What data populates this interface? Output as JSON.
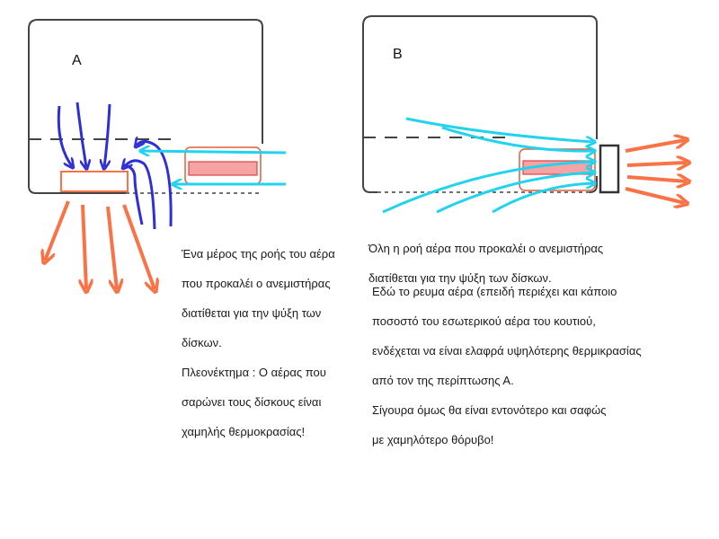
{
  "panels": {
    "a": {
      "label": "A",
      "caption_lines": [
        "Ένα μέρος της ροής του αέρα",
        "που προκαλέι ο ανεμιστήρας",
        "διατίθεται για την ψύξη των",
        "δίσκων.",
        "Πλεονέκτημα : Ο αέρας που",
        "σαρώνει τους δίσκους είναι",
        "χαμηλής θερμοκρασίας!"
      ]
    },
    "b": {
      "label": "B",
      "caption_top_lines": [
        "Όλη η ροή αέρα που προκαλέι ο   ανεμιστήρας",
        "διατίθεται για την ψύξη των δίσκων."
      ],
      "caption_bottom_lines": [
        "Εδώ το ρευμα αέρα (επειδή περιέχει και κάποιο",
        "ποσοστό του εσωτερικού αέρα του κουτιού,",
        "ενδέχεται να είναι ελαφρά υψηλότερης θερμικρασίας",
        "από τον της περίπτωσης Α.",
        "Σίγουρα όμως θα είναι εντονότερο και σαφώς",
        " με χαμηλότερο θόρυβο!"
      ]
    }
  },
  "colors": {
    "outline": "#444444",
    "cool_air": "#22d3ee",
    "fan_air": "#2f2fd6",
    "hot_air": "#f97346",
    "disk_fill": "#f6a3a6",
    "disk_stroke": "#e0603a"
  }
}
